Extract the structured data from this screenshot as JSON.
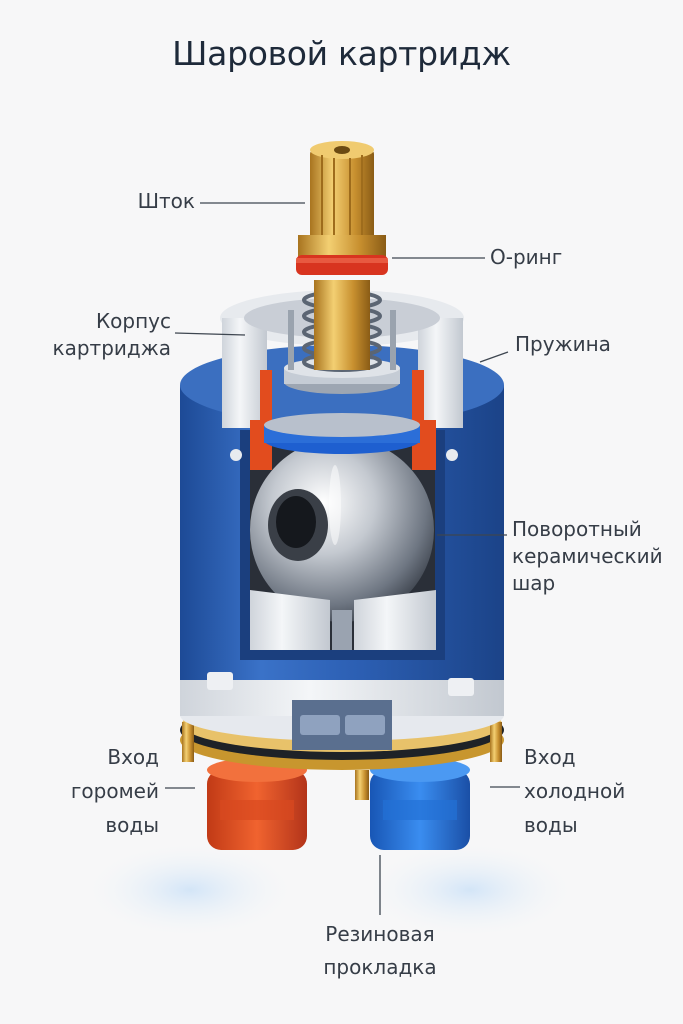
{
  "title": "Шаровой картридж",
  "labels": {
    "stem": "Шток",
    "oring": "О-ринг",
    "body_line1": "Корпус",
    "body_line2": "картриджа",
    "spring": "Пружина",
    "ball_line1": "Поворотный",
    "ball_line2": "керамический",
    "ball_line3": "шар",
    "hot_line1": "Вход",
    "hot_line2": "горомей",
    "hot_line3": "воды",
    "cold_line1": "Вход",
    "cold_line2": "холодной",
    "cold_line3": "воды",
    "gasket_line1": "Резиновая",
    "gasket_line2": "прокладка"
  },
  "colors": {
    "background": "#f7f7f8",
    "body_blue": "#2f63b8",
    "brass": "#d9a441",
    "oring_red": "#d8341f",
    "hot_orange": "#e8522a",
    "cold_blue": "#2a7be0",
    "ceramic_white": "#e8ebef",
    "text": "#363d47"
  }
}
